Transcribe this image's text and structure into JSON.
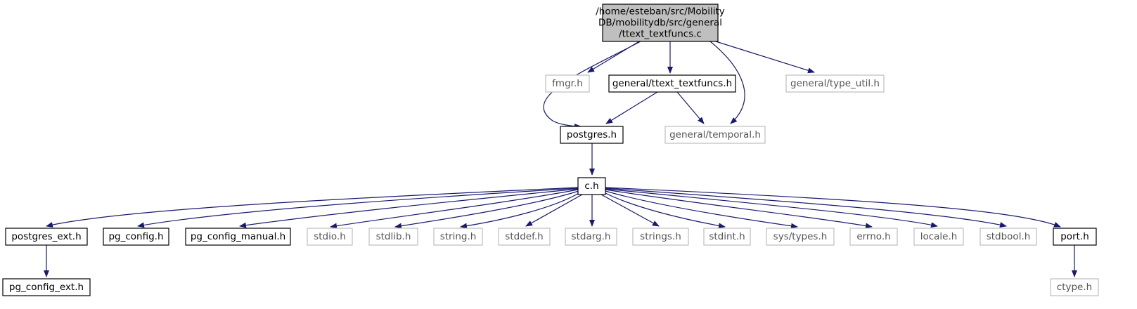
{
  "diagram": {
    "colors": {
      "edge": "#191970",
      "root_fill": "#bfbfbf",
      "documented_border": "#000000",
      "undocumented_border": "#bfbfbf",
      "text": "#000000"
    },
    "nodes": [
      {
        "id": "root",
        "lines": [
          "/home/esteban/src/Mobility",
          "DB/mobilitydb/src/general",
          "/ttext_textfuncs.c"
        ],
        "kind": "root"
      },
      {
        "id": "fmgr",
        "lines": [
          "fmgr.h"
        ],
        "kind": "undocumented"
      },
      {
        "id": "ttext_h",
        "lines": [
          "general/ttext_textfuncs.h"
        ],
        "kind": "documented"
      },
      {
        "id": "type_util",
        "lines": [
          "general/type_util.h"
        ],
        "kind": "undocumented"
      },
      {
        "id": "postgres",
        "lines": [
          "postgres.h"
        ],
        "kind": "documented"
      },
      {
        "id": "temporal",
        "lines": [
          "general/temporal.h"
        ],
        "kind": "undocumented"
      },
      {
        "id": "c_h",
        "lines": [
          "c.h"
        ],
        "kind": "documented"
      },
      {
        "id": "postgres_ext",
        "lines": [
          "postgres_ext.h"
        ],
        "kind": "documented"
      },
      {
        "id": "pg_config",
        "lines": [
          "pg_config.h"
        ],
        "kind": "documented"
      },
      {
        "id": "pg_config_manual",
        "lines": [
          "pg_config_manual.h"
        ],
        "kind": "documented"
      },
      {
        "id": "stdio",
        "lines": [
          "stdio.h"
        ],
        "kind": "undocumented"
      },
      {
        "id": "stdlib",
        "lines": [
          "stdlib.h"
        ],
        "kind": "undocumented"
      },
      {
        "id": "string",
        "lines": [
          "string.h"
        ],
        "kind": "undocumented"
      },
      {
        "id": "stddef",
        "lines": [
          "stddef.h"
        ],
        "kind": "undocumented"
      },
      {
        "id": "stdarg",
        "lines": [
          "stdarg.h"
        ],
        "kind": "undocumented"
      },
      {
        "id": "strings",
        "lines": [
          "strings.h"
        ],
        "kind": "undocumented"
      },
      {
        "id": "stdint",
        "lines": [
          "stdint.h"
        ],
        "kind": "undocumented"
      },
      {
        "id": "sys_types",
        "lines": [
          "sys/types.h"
        ],
        "kind": "undocumented"
      },
      {
        "id": "errno",
        "lines": [
          "errno.h"
        ],
        "kind": "undocumented"
      },
      {
        "id": "locale",
        "lines": [
          "locale.h"
        ],
        "kind": "undocumented"
      },
      {
        "id": "stdbool",
        "lines": [
          "stdbool.h"
        ],
        "kind": "undocumented"
      },
      {
        "id": "port",
        "lines": [
          "port.h"
        ],
        "kind": "documented"
      },
      {
        "id": "pg_config_ext",
        "lines": [
          "pg_config_ext.h"
        ],
        "kind": "documented"
      },
      {
        "id": "ctype",
        "lines": [
          "ctype.h"
        ],
        "kind": "undocumented"
      }
    ],
    "edges": [
      {
        "from": "root",
        "to": "postgres"
      },
      {
        "from": "root",
        "to": "fmgr"
      },
      {
        "from": "root",
        "to": "ttext_h"
      },
      {
        "from": "root",
        "to": "temporal"
      },
      {
        "from": "root",
        "to": "type_util"
      },
      {
        "from": "ttext_h",
        "to": "postgres"
      },
      {
        "from": "ttext_h",
        "to": "temporal"
      },
      {
        "from": "postgres",
        "to": "c_h"
      },
      {
        "from": "c_h",
        "to": "postgres_ext"
      },
      {
        "from": "c_h",
        "to": "pg_config"
      },
      {
        "from": "c_h",
        "to": "pg_config_manual"
      },
      {
        "from": "c_h",
        "to": "stdio"
      },
      {
        "from": "c_h",
        "to": "stdlib"
      },
      {
        "from": "c_h",
        "to": "string"
      },
      {
        "from": "c_h",
        "to": "stddef"
      },
      {
        "from": "c_h",
        "to": "stdarg"
      },
      {
        "from": "c_h",
        "to": "strings"
      },
      {
        "from": "c_h",
        "to": "stdint"
      },
      {
        "from": "c_h",
        "to": "sys_types"
      },
      {
        "from": "c_h",
        "to": "errno"
      },
      {
        "from": "c_h",
        "to": "locale"
      },
      {
        "from": "c_h",
        "to": "stdbool"
      },
      {
        "from": "c_h",
        "to": "port"
      },
      {
        "from": "postgres_ext",
        "to": "pg_config_ext"
      },
      {
        "from": "port",
        "to": "ctype"
      }
    ]
  }
}
